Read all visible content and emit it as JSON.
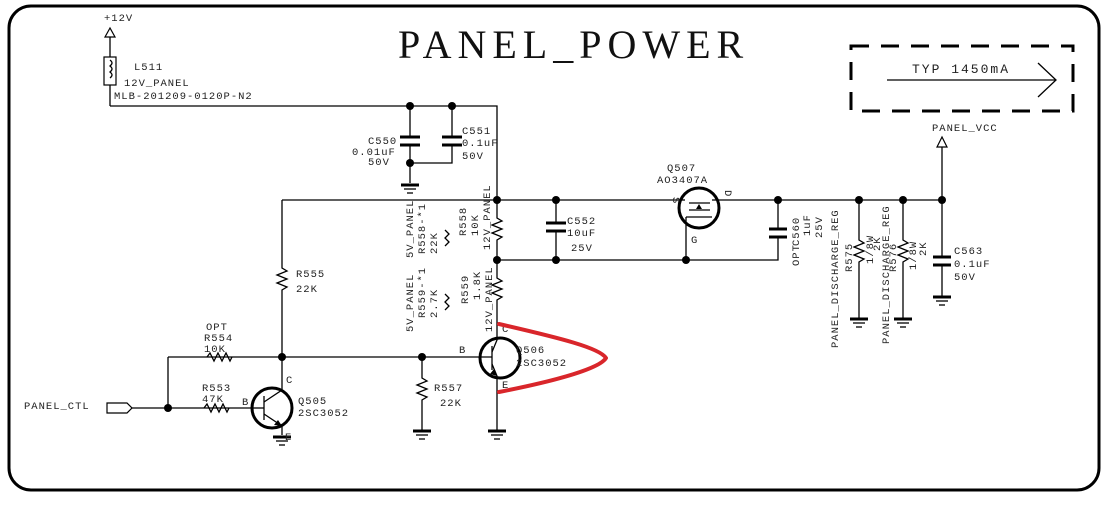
{
  "title": "PANEL_POWER",
  "current_note": {
    "text": "TYP 1450mA"
  },
  "power_nets": {
    "vin": "+12V",
    "vout": "PANEL_VCC",
    "input_signal": "PANEL_CTL"
  },
  "components": {
    "L511": {
      "ref": "L511",
      "net": "12V_PANEL",
      "part": "MLB-201209-0120P-N2"
    },
    "C550": {
      "ref": "C550",
      "value": "0.01uF",
      "voltage": "50V"
    },
    "C551": {
      "ref": "C551",
      "value": "0.1uF",
      "voltage": "50V"
    },
    "C552": {
      "ref": "C552",
      "value": "10uF",
      "voltage": "25V"
    },
    "C560": {
      "ref": "C560",
      "opt": "OPT",
      "value": "1uF",
      "voltage": "25V"
    },
    "C563": {
      "ref": "C563",
      "value": "0.1uF",
      "voltage": "50V"
    },
    "Q507": {
      "ref": "Q507",
      "part": "AO3407A",
      "pin_s": "S",
      "pin_d": "D",
      "pin_g": "G"
    },
    "Q506": {
      "ref": "Q506",
      "part": "2SC3052",
      "pin_b": "B",
      "pin_c": "C",
      "pin_e": "E"
    },
    "Q505": {
      "ref": "Q505",
      "part": "2SC3052",
      "pin_b": "B",
      "pin_c": "C",
      "pin_e": "E"
    },
    "R555": {
      "ref": "R555",
      "value": "22K"
    },
    "R554": {
      "opt": "OPT",
      "ref": "R554",
      "value": "10K"
    },
    "R553": {
      "ref": "R553",
      "value": "47K"
    },
    "R557": {
      "ref": "R557",
      "value": "22K"
    },
    "R558": {
      "ref": "R558",
      "value": "10K",
      "net": "12V_PANEL"
    },
    "R558_alt": {
      "net": "5V_PANEL",
      "ref": "R558-*1",
      "value": "22K"
    },
    "R559": {
      "ref": "R559",
      "value": "1.8K",
      "net": "12V_PANEL"
    },
    "R559_alt": {
      "net": "5V_PANEL",
      "ref": "R559-*1",
      "value": "2.7K"
    },
    "R575": {
      "ref": "R575",
      "net": "PANEL_DISCHARGE_REG",
      "power": "1/8W",
      "value": "2K"
    },
    "R576": {
      "ref": "R576",
      "net": "PANEL_DISCHARGE_REG",
      "power": "1/8W",
      "value": "2K"
    }
  },
  "colors": {
    "annotation": "#d9262b",
    "ink": "#000000"
  }
}
